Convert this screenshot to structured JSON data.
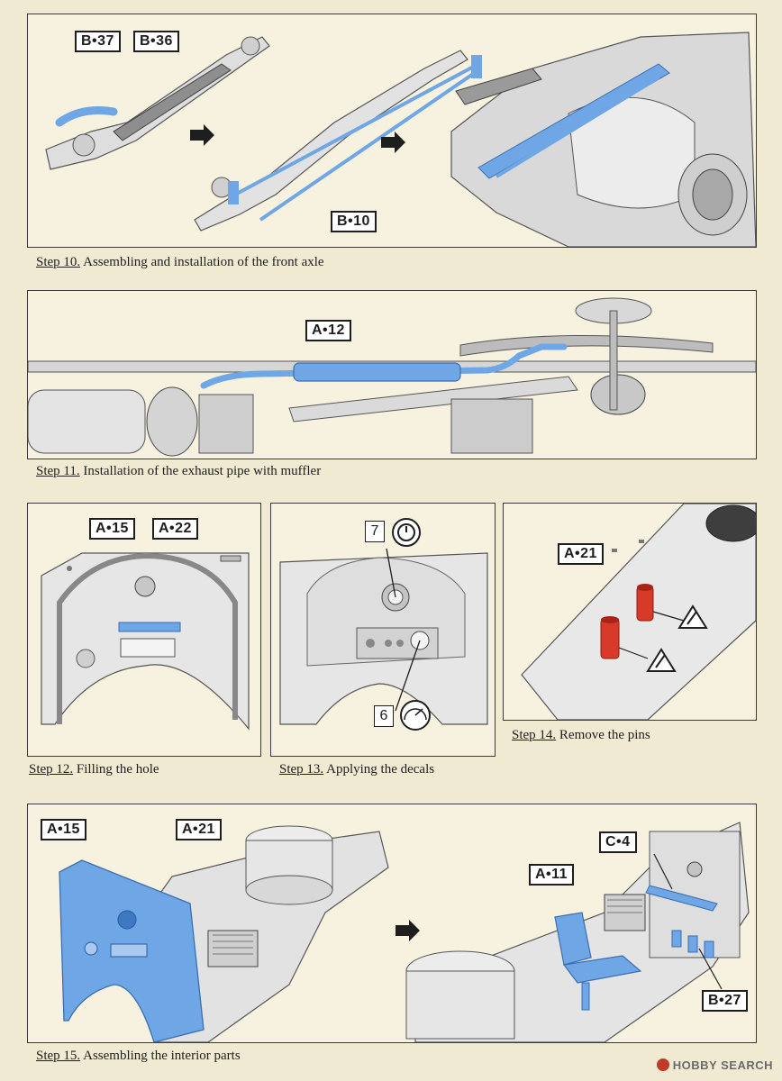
{
  "steps": [
    {
      "number": "Step 10.",
      "text": "Assembling and installation of the front axle",
      "labels": [
        "B•37",
        "B•36",
        "B•10"
      ]
    },
    {
      "number": "Step 11.",
      "text": "Installation of the exhaust pipe with muffler",
      "labels": [
        "A•12"
      ]
    },
    {
      "number": "Step 12.",
      "text": "Filling the hole",
      "labels": [
        "A•15",
        "A•22"
      ]
    },
    {
      "number": "Step 13.",
      "text": "Applying the decals",
      "decals": [
        "7",
        "6"
      ]
    },
    {
      "number": "Step 14.",
      "text": "Remove the pins",
      "labels": [
        "A•21"
      ]
    },
    {
      "number": "Step 15.",
      "text": "Assembling the interior parts",
      "labels": [
        "A•15",
        "A•21",
        "C•4",
        "A•11",
        "B•27"
      ]
    }
  ],
  "watermark": "HOBBY SEARCH",
  "colors": {
    "page": "#f1ead3",
    "highlight_blue": "#6fa6e6",
    "pin_red": "#d83a2a",
    "part_gray": "#dcdcdc"
  },
  "icons": [
    "arrow-right-icon",
    "cutter-tool-icon",
    "gauge-decal-icon",
    "clock-decal-icon"
  ]
}
